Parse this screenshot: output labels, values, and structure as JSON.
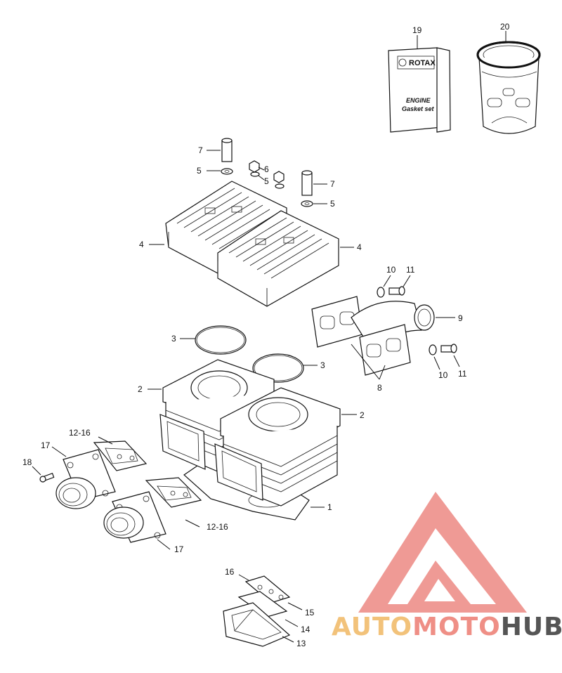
{
  "diagram": {
    "labels": {
      "p1": "1",
      "p2a": "2",
      "p2b": "2",
      "p3a": "3",
      "p3b": "3",
      "p4a": "4",
      "p4b": "4",
      "p5a": "5",
      "p5b": "5",
      "p5c": "5",
      "p6": "6",
      "p7a": "7",
      "p7b": "7",
      "p8": "8",
      "p9": "9",
      "p10a": "10",
      "p10b": "10",
      "p11a": "11",
      "p11b": "11",
      "p12a": "12-16",
      "p12b": "12-16",
      "p13": "13",
      "p14": "14",
      "p15": "15",
      "p16": "16",
      "p17a": "17",
      "p17b": "17",
      "p18": "18",
      "p19": "19",
      "p20": "20"
    },
    "gasket_set": {
      "brand": "ROTAX",
      "line1": "ENGINE",
      "line2": "Gasket set"
    }
  },
  "watermark": {
    "part1": "AUTO",
    "part2": "MOTO",
    "part3": "HUB"
  }
}
